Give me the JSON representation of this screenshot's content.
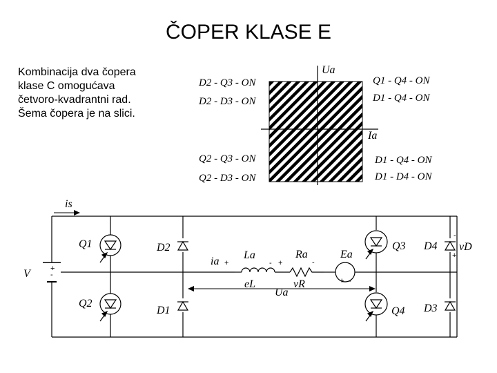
{
  "title": "ČOPER KLASE E",
  "description": [
    "Kombinacija dva čopera",
    "klase C omogućava",
    "četvoro-kvadrantni rad.",
    "Šema čopera je na slici."
  ],
  "quadrants": {
    "q2_line1": "D2 - Q3 - ON",
    "q2_line2": "D2 - D3 - ON",
    "q1_line1": "Q1 - Q4 - ON",
    "q1_line2": "D1 - Q4 - ON",
    "q3_line1": "Q2 - Q3 - ON",
    "q3_line2": "Q2 - D3 - ON",
    "q4_line1": "D1 - Q4 - ON",
    "q4_line2": "D1 - D4 - ON"
  },
  "axes": {
    "y": "Ua",
    "x": "Ia"
  },
  "circuit": {
    "is": "is",
    "V": "V",
    "Q1": "Q1",
    "Q2": "Q2",
    "Q3": "Q3",
    "Q4": "Q4",
    "D1": "D1",
    "D2": "D2",
    "D3": "D3",
    "D4": "D4",
    "ia": "ia",
    "La": "La",
    "eL": "eL",
    "Ra": "Ra",
    "vR": "vR",
    "Ua": "Ua",
    "Ea": "Ea",
    "vD": "vD",
    "plus": "+",
    "minus": "-"
  }
}
